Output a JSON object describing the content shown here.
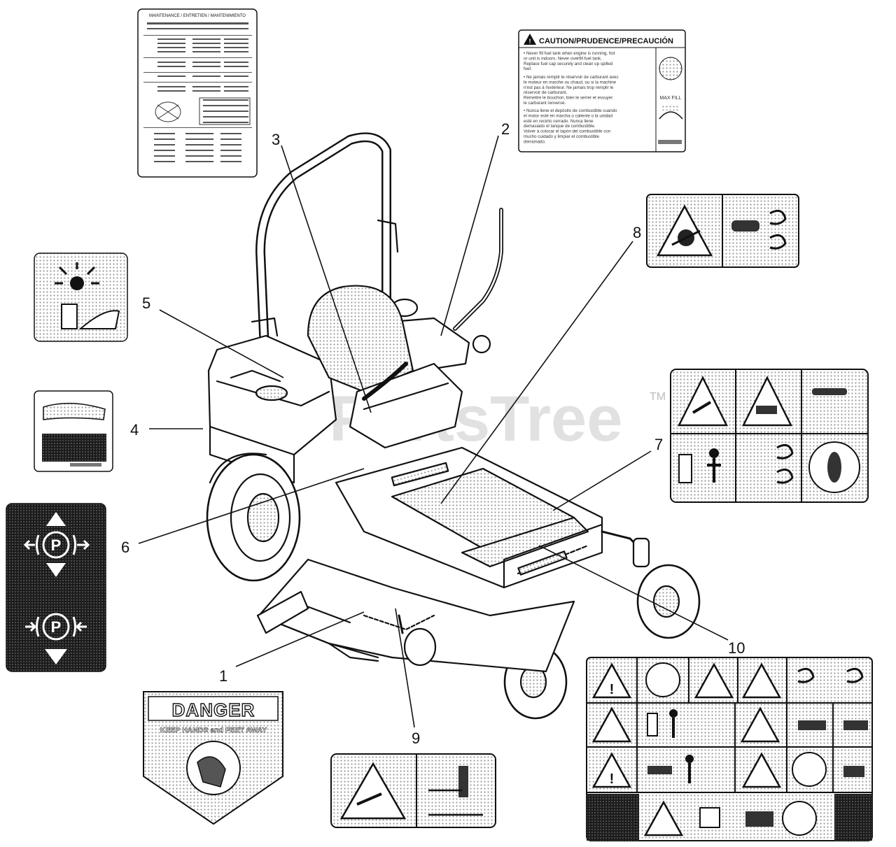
{
  "callouts": {
    "n1": "1",
    "n2": "2",
    "n3": "3",
    "n4": "4",
    "n5": "5",
    "n6": "6",
    "n7": "7",
    "n8": "8",
    "n9": "9",
    "n10": "10"
  },
  "decals": {
    "maintenance_title": "MAINTENANCE / ENTRETIEN / MANTENIMIENTO",
    "caution_title": "CAUTION/PRUDENCE/PRECAUCIÓN",
    "caution_lines_en": [
      "Never fill fuel tank when engine is running, hot",
      "or unit is indoors. Never overfill fuel tank.",
      "Replace fuel cap securely and clean up spilled",
      "fuel."
    ],
    "caution_lines_fr": [
      "Ne jamais remplir le réservoir de carburant avec",
      "le moteur en marche ou chaud, ou si la machine",
      "n'est pas à l'extérieur. Ne jamais trop remplir le",
      "réservoir de carburant.",
      "Remettre le bouchon, bien le serrer et essuyer",
      "le carburant renversé."
    ],
    "caution_lines_es": [
      "Nunca llene el depósito de combustible cuando",
      "el motor esté en marcha o caliente o la unidad",
      "esté en recinto cerrado. Nunca llene",
      "demasiado el tanque de combustible.",
      "Volver a colocar el tapón del combustible con",
      "mucho cuidado y limpiar el combustible",
      "derramado."
    ],
    "caution_max_fill": "MAX FILL",
    "danger_word": "DANGER",
    "danger_sub": "KEEP HANDS and FEET AWAY",
    "parking_symbol": "P"
  },
  "watermark": {
    "text": "PartsTree",
    "tm": "TM"
  },
  "colors": {
    "line": "#111111",
    "decal_dark": "#2a2a2a",
    "watermark": "#d8d8d8"
  }
}
